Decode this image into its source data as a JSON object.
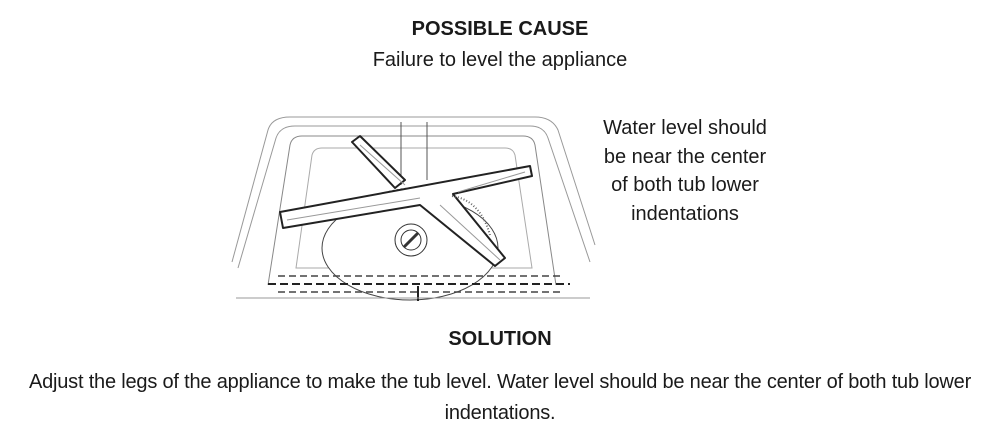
{
  "cause_heading": "POSSIBLE CAUSE",
  "cause_text": "Failure to level the appliance",
  "illustration_note": "Water level should be near the center of both tub lower indentations",
  "solution_heading": "SOLUTION",
  "solution_text": "Adjust the legs of the appliance to make the tub level. Water level should be near the center of both tub lower indentations."
}
